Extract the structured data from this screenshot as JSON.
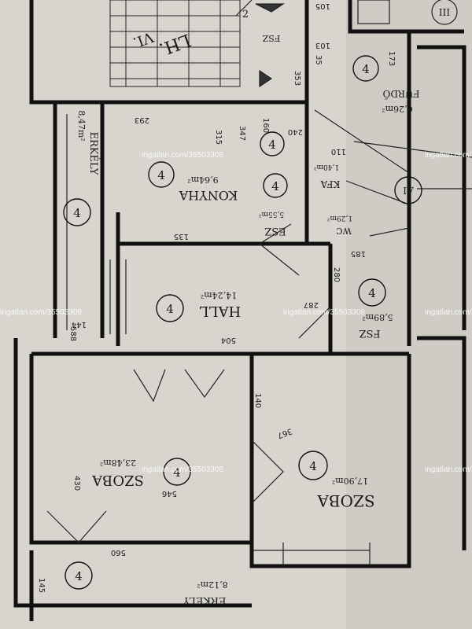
{
  "rooms": {
    "szoba_small": {
      "name": "SZOBA",
      "area": "23,48m²",
      "num": "4"
    },
    "szoba_big": {
      "name": "SZOBA",
      "area": "17,90m²",
      "num": "4"
    },
    "hall": {
      "name": "HALL",
      "area": "14,24m²",
      "num": "4"
    },
    "konyha": {
      "name": "KONYHA",
      "area": "9,64m²",
      "num": "4"
    },
    "furdo": {
      "name": "FÜRDŐ",
      "area": "6,26m²",
      "num": "4"
    },
    "erkely_top": {
      "name": "ERKÉLY",
      "area": "8,47m²",
      "num": "4"
    },
    "erkely_bottom": {
      "name": "ERKÉLY",
      "area": "8,12m²",
      "num": "4"
    },
    "fsz": {
      "name": "FSZ",
      "area": "5,89m²",
      "num": "4"
    },
    "wc": {
      "name": "WC",
      "area": "1,29m²"
    },
    "esz": {
      "name": "ESZ",
      "area": "5,55m²"
    },
    "kfa": {
      "name": "KFA",
      "area": "1,40m²"
    },
    "lh": {
      "name": "LH.",
      "num": "VI."
    }
  },
  "markers": {
    "roman_iv": "IV",
    "roman_iii": "III",
    "fsz_label": "FSZ",
    "top_num": "2"
  },
  "dimensions": [
    "588",
    "144",
    "504",
    "430",
    "546",
    "560",
    "145",
    "287",
    "140",
    "280",
    "293",
    "315",
    "347",
    "160",
    "240",
    "135",
    "110",
    "185",
    "173",
    "103",
    "105",
    "35",
    "353",
    "367"
  ],
  "watermark": "ingatlan.com/35503308"
}
